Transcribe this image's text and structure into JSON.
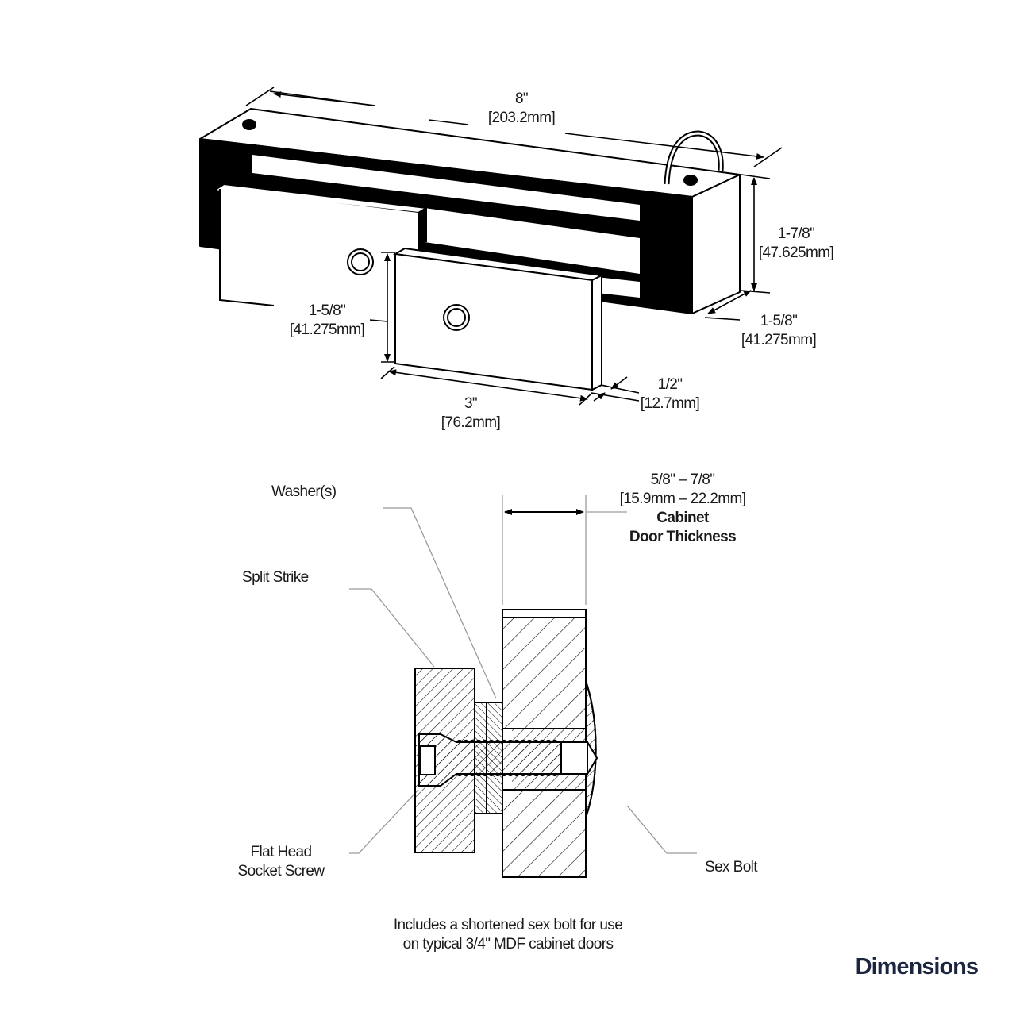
{
  "page_title": "Dimensions",
  "magnetic_lock": {
    "length": {
      "imperial": "8\"",
      "metric": "[203.2mm]"
    },
    "height": {
      "imperial": "1-7/8\"",
      "metric": "[47.625mm]"
    },
    "depth": {
      "imperial": "1-5/8\"",
      "metric": "[41.275mm]"
    }
  },
  "armature_plate": {
    "height": {
      "imperial": "1-5/8\"",
      "metric": "[41.275mm]"
    },
    "width": {
      "imperial": "3\"",
      "metric": "[76.2mm]"
    },
    "thickness": {
      "imperial": "1/2\"",
      "metric": "[12.7mm]"
    }
  },
  "cross_section": {
    "door_thickness": {
      "range_imperial": "5/8\" – 7/8\"",
      "range_metric": "[15.9mm – 22.2mm]",
      "label_line1": "Cabinet",
      "label_line2": "Door Thickness"
    },
    "callouts": {
      "washers": "Washer(s)",
      "split_strike": "Split Strike",
      "flat_head_line1": "Flat Head",
      "flat_head_line2": "Socket Screw",
      "sex_bolt": "Sex Bolt"
    }
  },
  "note": {
    "line1": "Includes a shortened sex bolt for use",
    "line2": "on typical 3/4\" MDF cabinet doors"
  },
  "colors": {
    "ink": "#000000",
    "leader": "#9a9a9a",
    "title": "#1b2540"
  }
}
